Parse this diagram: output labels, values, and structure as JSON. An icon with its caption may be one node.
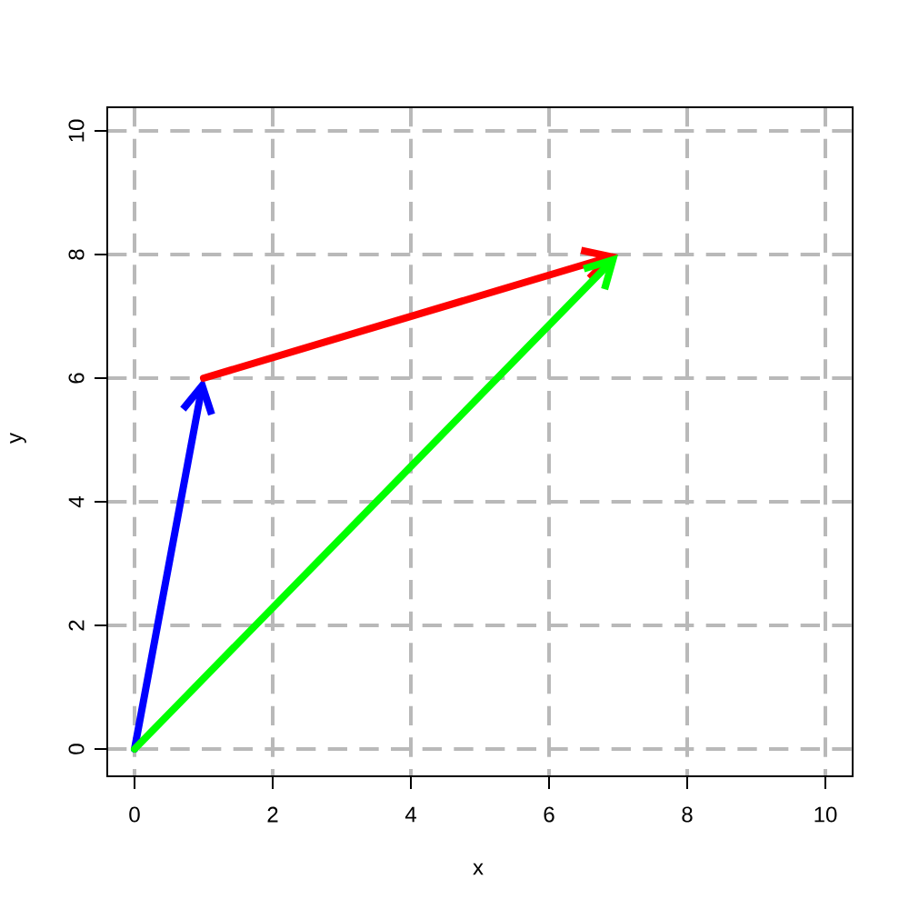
{
  "diagram": {
    "labels": [
      "10",
      "8",
      "6",
      "4",
      "2",
      "0",
      "y",
      "0",
      "2",
      "4",
      "6",
      "8",
      "10",
      "x"
    ]
  }
}
